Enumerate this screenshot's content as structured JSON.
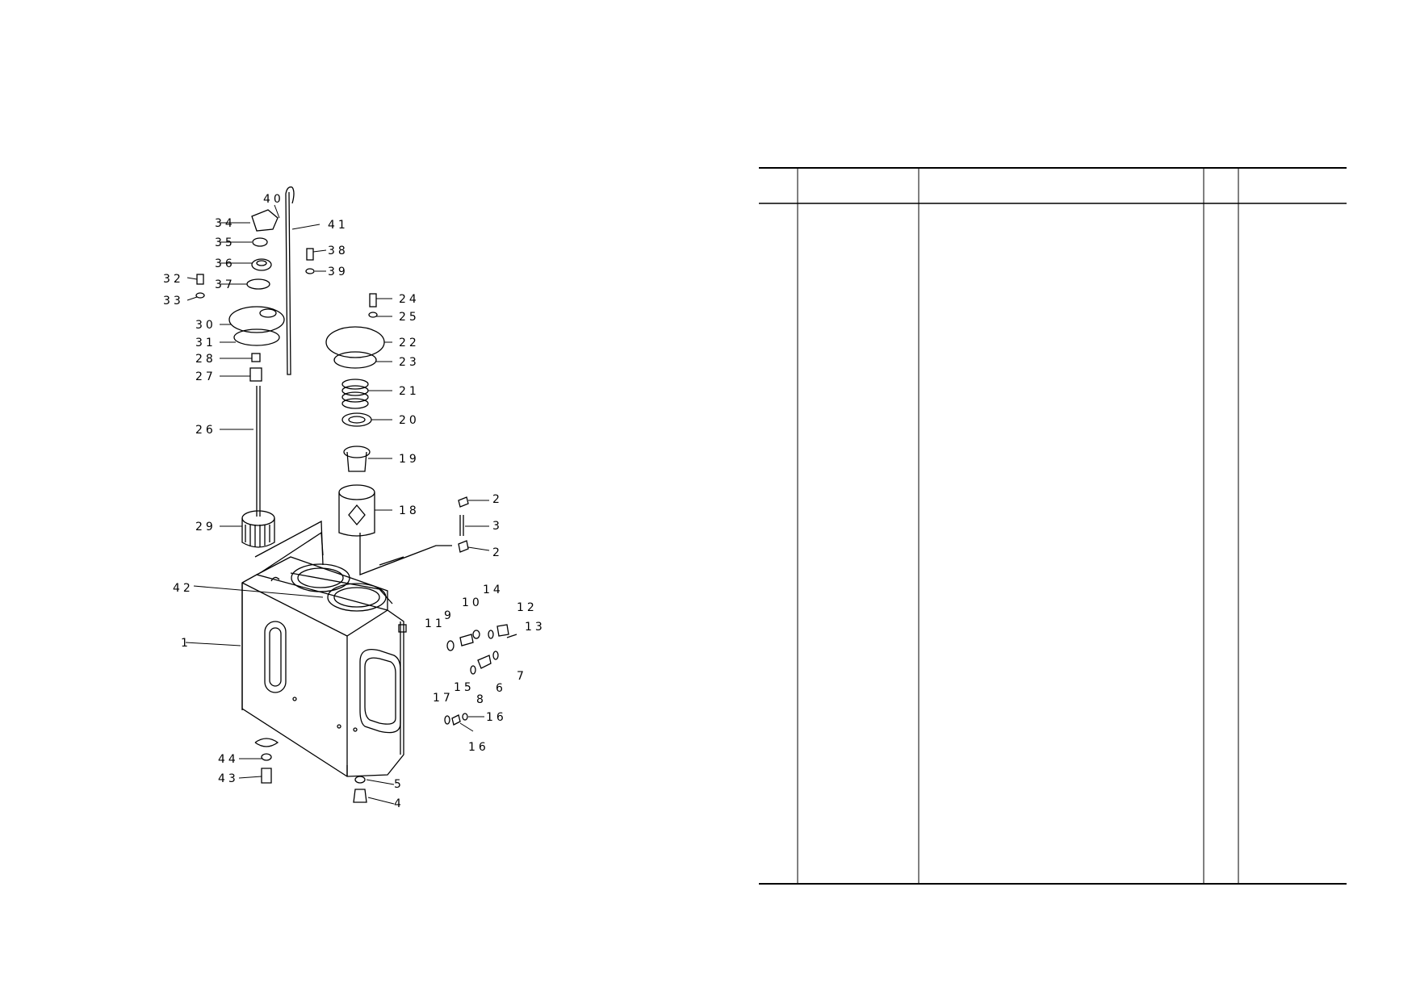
{
  "callouts": {
    "c1": "1",
    "c2a": "2",
    "c2b": "2",
    "c3": "3",
    "c4": "4",
    "c5": "5",
    "c6": "6",
    "c7": "7",
    "c8": "8",
    "c9": "9",
    "c10": "10",
    "c11": "11",
    "c12": "12",
    "c13": "13",
    "c14": "14",
    "c15": "15",
    "c16a": "16",
    "c16b": "16",
    "c17": "17",
    "c18": "18",
    "c19": "19",
    "c20": "20",
    "c21": "21",
    "c22": "22",
    "c23": "23",
    "c24": "24",
    "c25": "25",
    "c26": "26",
    "c27": "27",
    "c28": "28",
    "c29": "29",
    "c30": "30",
    "c31": "31",
    "c32": "32",
    "c33": "33",
    "c34": "34",
    "c35": "35",
    "c36": "36",
    "c37": "37",
    "c38": "38",
    "c39": "39",
    "c40": "40",
    "c41": "41",
    "c42": "42",
    "c43": "43",
    "c44": "44"
  },
  "parts_table": {
    "columns": 5,
    "rows": []
  }
}
